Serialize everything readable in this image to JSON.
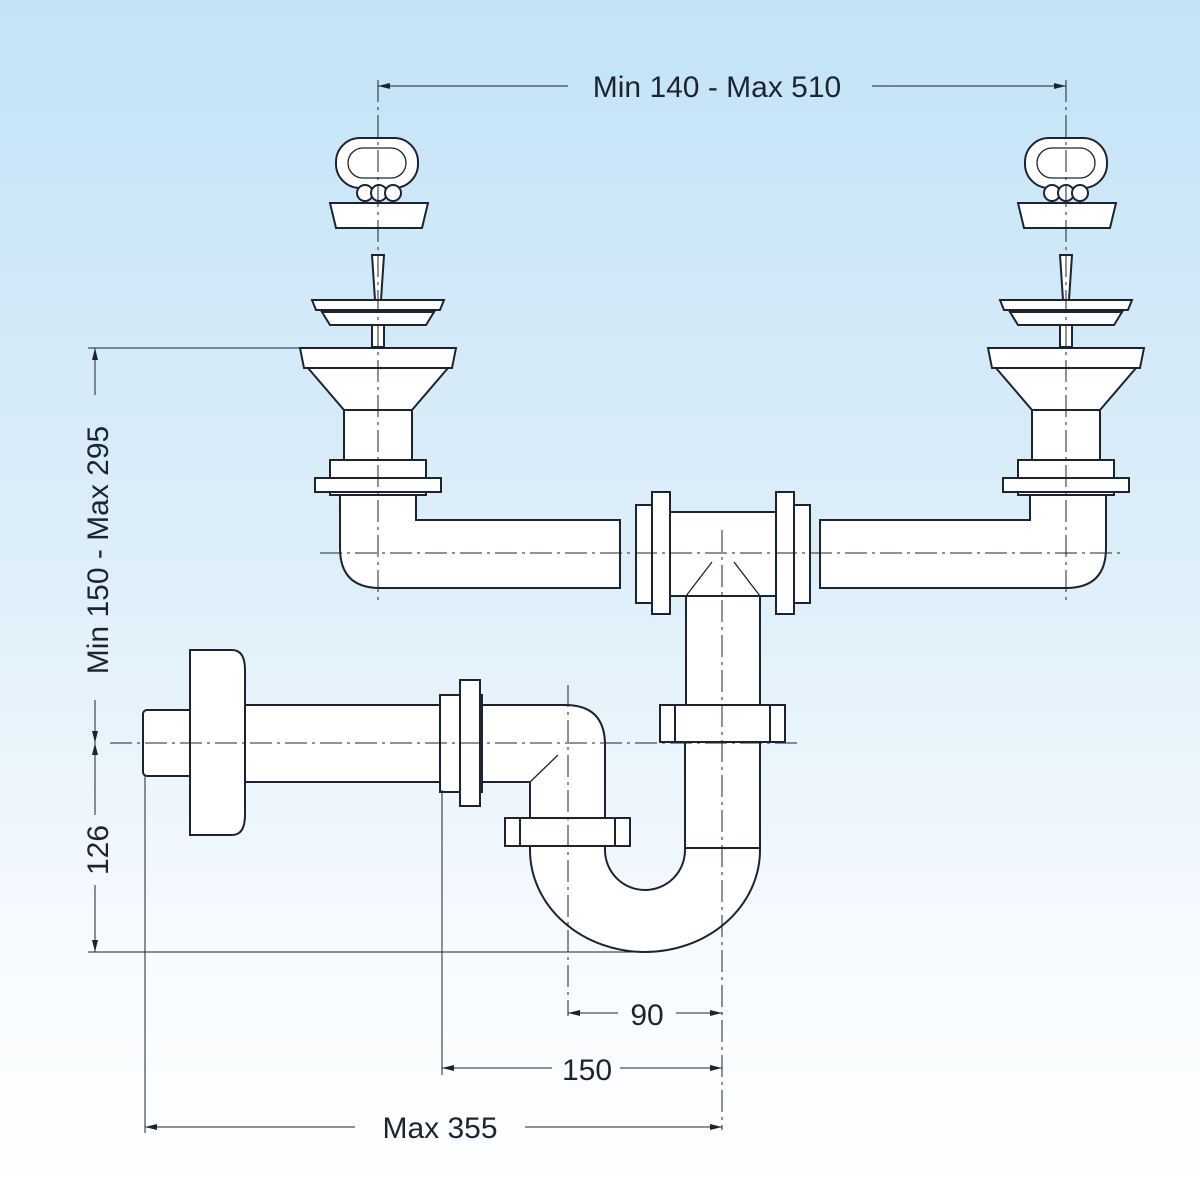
{
  "dimensions": {
    "drain_spacing": "Min 140 - Max 510",
    "height_range": "Min 150 - Max 295",
    "outlet_height": "126",
    "trap_offset": "90",
    "nut_offset": "150",
    "max_length": "Max 355"
  },
  "colors": {
    "background_top": "#c3e3f7",
    "background_bottom": "#ffffff",
    "line": "#1d2430"
  }
}
